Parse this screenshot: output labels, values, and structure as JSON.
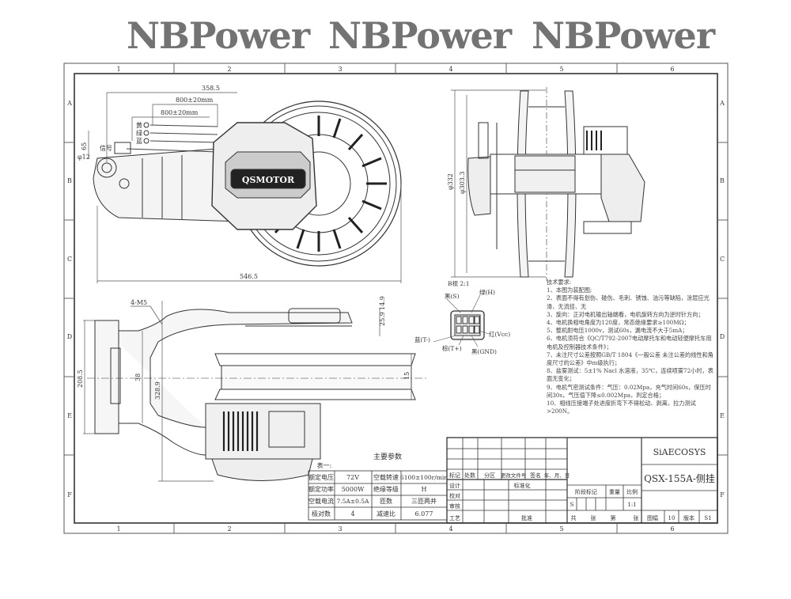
{
  "sheet": {
    "columns": [
      "1",
      "2",
      "3",
      "4",
      "5",
      "6"
    ],
    "rows": [
      "A",
      "B",
      "C",
      "D",
      "E",
      "F"
    ]
  },
  "watermark": {
    "text": "NBPower"
  },
  "top_view": {
    "brand_logo": "QSMOTOR",
    "dims": {
      "overall_length": "358.5",
      "cable1": "800±20mm",
      "cable2": "800±20mm",
      "total_length": "546.5",
      "height": "65",
      "bore": "φ12"
    },
    "wire_labels": {
      "yellow": "黄",
      "green": "绿",
      "blue": "蓝",
      "signal": "信号"
    }
  },
  "side_view": {
    "dims": {
      "outer_dia": "φ332",
      "rim_dia": "φ303.3"
    }
  },
  "bottom_view": {
    "dims": {
      "mount": "4-M5",
      "width": "208.5",
      "inner": "38",
      "span": "328.9",
      "d1": "25.9",
      "d2": "14.9",
      "d3": "15"
    }
  },
  "connector_view": {
    "title": "B视 2:1",
    "pins": [
      "黑(S)",
      "绿(H)",
      "蓝(T-)",
      "棕(T+)",
      "黑(GND)",
      "红(Vcc)"
    ]
  },
  "notes": {
    "title": "技术要求:",
    "items": [
      "1、本图为装配图;",
      "2、表面不得有划伤、碰伤、毛刺、锈蚀、油污等缺陷，涂层应光滑、无流挂、无",
      "3、旋向：正对电机输出轴端看，电机旋转方向为逆时针方向；",
      "4、电机换相电角度为120度，常态绝缘要求≥100MΩ；",
      "5、整机耐电压1000v，测试60s，漏电流不大于5mA；",
      "6、电机须符合《QC/T792-2007电动摩托车和电动轻便摩托车用电机及控制器技术条件》；",
      "7、未注尺寸公差按照GB/T 1804《一般公差 未注公差的线性和角度尺寸的公差》中m级执行；",
      "8、盐雾测试：5±1% Nacl 水溶液，35℃，连续喷雾72小时，表面无变化；",
      "9、电机气密测试条件：气压：0.02Mpa，充气时间60s，保压时间30s，气压值下降≤0.002Mpa，判定合格；",
      "10、相线压接端子处进度折弯下不得松动、剥离，拉力测试>200N。"
    ]
  },
  "params_table": {
    "title": "主要参数",
    "label": "表一:",
    "rows": [
      [
        "额定电压",
        "72V",
        "空载转速",
        "6100±100r/min"
      ],
      [
        "额定功率",
        "5000W",
        "绝缘等级",
        "H"
      ],
      [
        "空载电流",
        "7.5A±0.5A",
        "匝数",
        "三匝两并"
      ],
      [
        "极对数",
        "4",
        "减速比",
        "6.077"
      ]
    ]
  },
  "title_block": {
    "company": "SiAECOSYS",
    "drawing_name": "QSX-155A-侧挂",
    "revision_headers": [
      "标记",
      "处数",
      "分区",
      "更改文件号",
      "签名",
      "年、月、日"
    ],
    "roles": [
      "设计",
      "校对",
      "审核",
      "工艺"
    ],
    "standardization": "标准化",
    "approval": "批准",
    "stage_mark": "阶段标记",
    "weight": "重量",
    "scale_label": "比例",
    "stage_value": "S",
    "scale_value": "1:1",
    "sheets": [
      "共",
      "张",
      "第",
      "张"
    ],
    "format_label": "图幅",
    "format_value": "10",
    "version_label": "版本",
    "version_value": "S1"
  }
}
